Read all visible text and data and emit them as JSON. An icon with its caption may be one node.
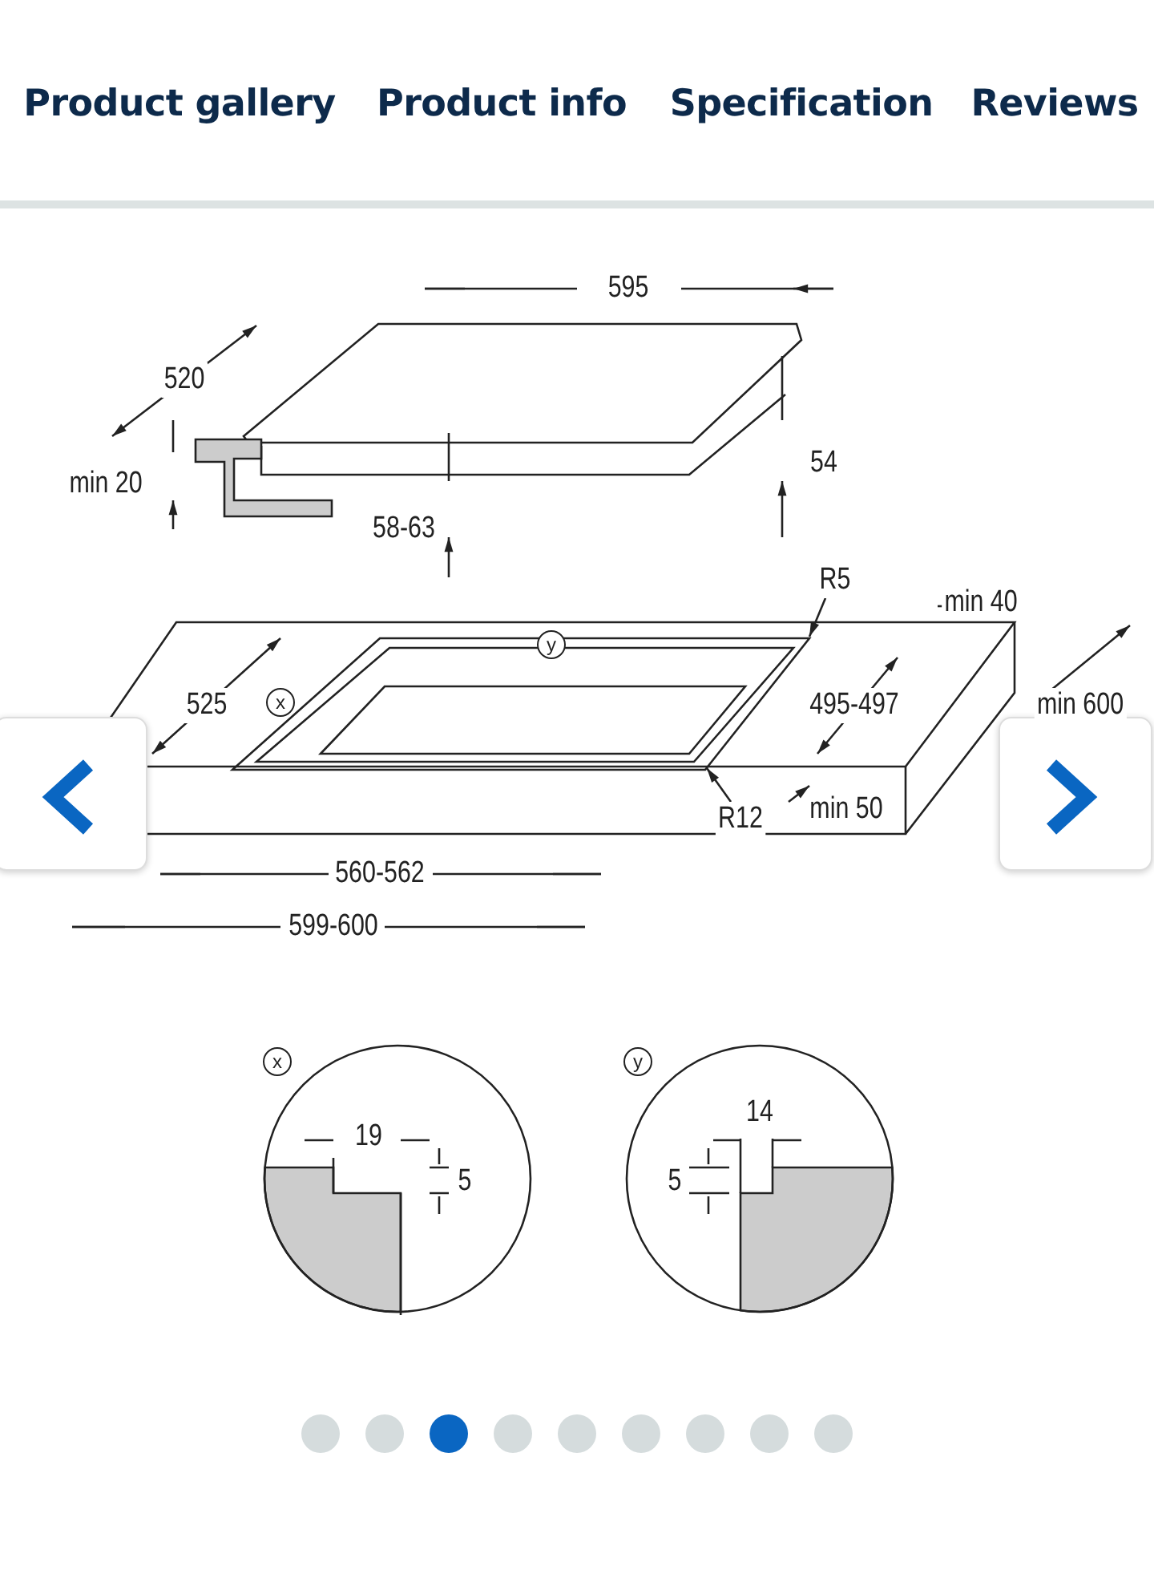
{
  "diagram": {
    "nodes": [
      {
        "text": [
          "R5"
        ]
      },
      {
        "text": [
          "R12"
        ]
      }
    ],
    "edges": [
      {
        "from": 0,
        "to": null,
        "arrow": "to"
      },
      {
        "from": 1,
        "to": null,
        "arrow": "to"
      }
    ],
    "labels": [
      "Product gallery",
      "Product info",
      "Specification",
      "Reviews",
      "595",
      "520",
      "54",
      "min 20",
      "58-63",
      "min 40",
      "y",
      "525",
      "x",
      "495-497",
      "min 600",
      "min 50",
      "560-562",
      "599-600",
      "x",
      "19",
      "5",
      "y",
      "14",
      "5"
    ]
  }
}
